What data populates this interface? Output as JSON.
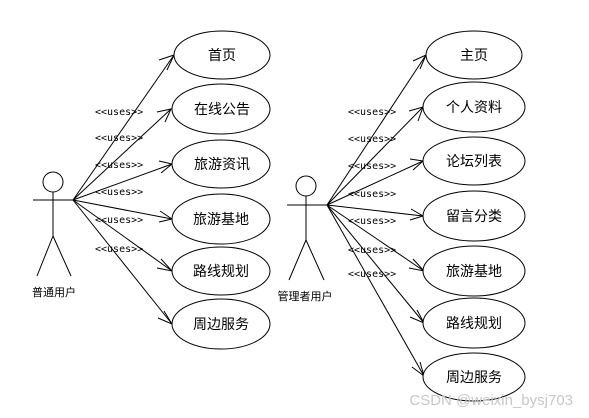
{
  "diagram": {
    "left_group": {
      "actor": {
        "label": "普通用户"
      },
      "use_cases": [
        "首页",
        "在线公告",
        "旅游资讯",
        "旅游基地",
        "路线规划",
        "周边服务"
      ],
      "relation_labels": [
        "<<uses>>",
        "<<uses>>",
        "<<uses>>",
        "<<uses>>",
        "<<uses>>",
        "<<uses>>"
      ]
    },
    "right_group": {
      "actor": {
        "label": "管理者用户"
      },
      "use_cases": [
        "主页",
        "个人资料",
        "论坛列表",
        "留言分类",
        "旅游基地",
        "路线规划",
        "周边服务"
      ],
      "relation_labels": [
        "<<uses>>",
        "<<uses>>",
        "<<uses>>",
        "<<uses>>",
        "<<uses>>",
        "<<uses>>",
        "<<uses>>"
      ]
    }
  },
  "watermark": "CSDN @weixin_bysj703"
}
